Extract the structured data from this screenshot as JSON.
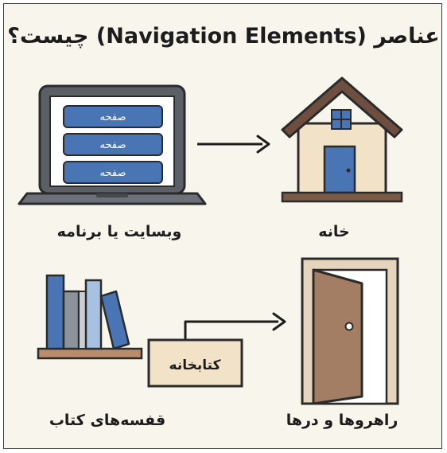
{
  "title": "عناصر (Navigation Elements) چیست؟",
  "laptop": {
    "menu_items": [
      "صفحه",
      "صفحه",
      "صفحه"
    ]
  },
  "labels": {
    "website": "وبسایت یا برنامه",
    "home": "خانه",
    "shelves": "قفسه‌های کتاب",
    "doors": "راهروها و درها"
  },
  "library_sign": "کتابخانه",
  "colors": {
    "background": "#f8f5ec",
    "blue": "#4a75b5",
    "roof_brown": "#6e4f3f",
    "wall_beige": "#f2e2c8",
    "door_frame": "#e4d5bc",
    "shelf_wood": "#b98c6b"
  },
  "icons": [
    "laptop-icon",
    "house-icon",
    "books-icon",
    "door-icon",
    "arrow-icon"
  ]
}
